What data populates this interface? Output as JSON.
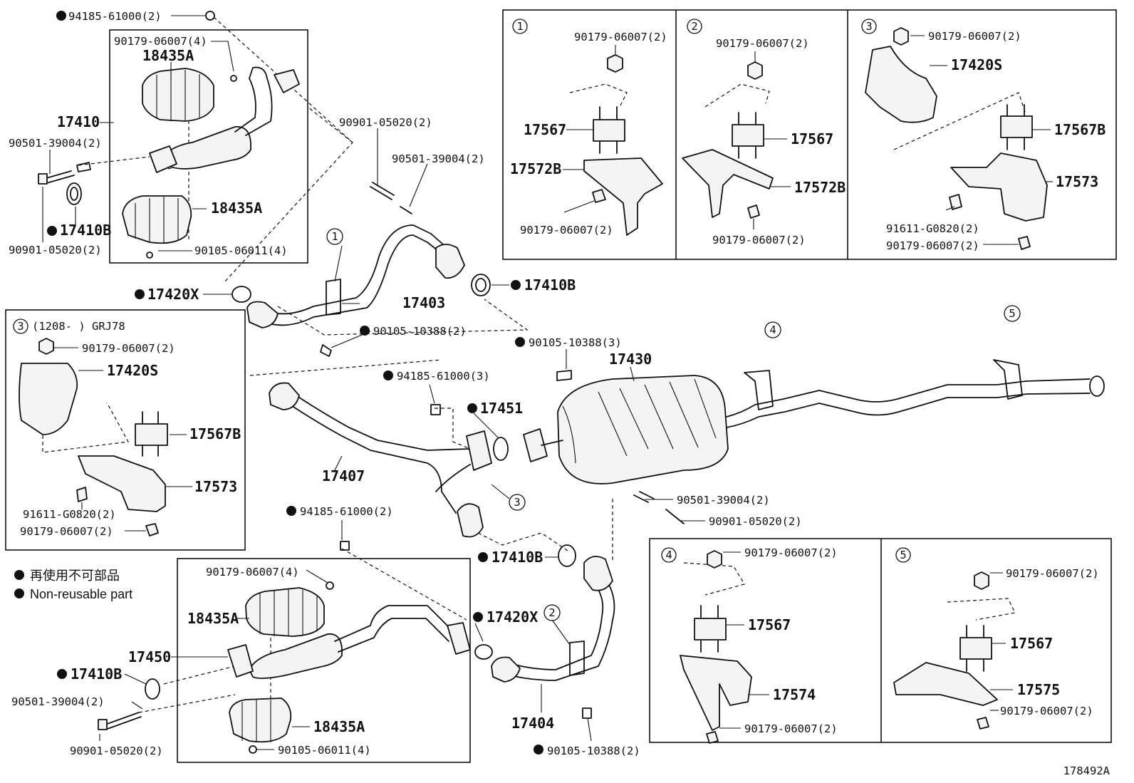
{
  "diagram_id": "178492A",
  "colors": {
    "ink": "#111111",
    "paper": "#ffffff"
  },
  "legend": {
    "dot_symbol": "●",
    "line_jp": "再使用不可部品",
    "line_en": "Non-reusable part"
  },
  "callouts": {
    "c1": "1",
    "c2": "2",
    "c3": "3",
    "c4": "4",
    "c5": "5"
  },
  "box_left": {
    "title_note": "(1208-        ) GRJ78"
  },
  "labels": {
    "p94185_61000_2_top": "94185-61000(2)",
    "p90179_06007_4_top": "90179-06007(4)",
    "p18435A_1": "18435A",
    "p17410": "17410",
    "p90501_39004_2_a": "90501-39004(2)",
    "p17410B_a": "17410B",
    "p90901_05020_2_a": "90901-05020(2)",
    "p18435A_2": "18435A",
    "p90105_06011_4_top": "90105-06011(4)",
    "p90901_05020_2_mid": "90901-05020(2)",
    "p90501_39004_2_mid": "90501-39004(2)",
    "p17420X_a": "17420X",
    "p17403": "17403",
    "p17410B_b": "17410B",
    "p90105_10388_2_a": "90105-10388(2)",
    "p90105_10388_3": "90105-10388(3)",
    "p17430": "17430",
    "p94185_61000_3": "94185-61000(3)",
    "p17451": "17451",
    "p17407": "17407",
    "p90501_39004_2_b": "90501-39004(2)",
    "p90901_05020_2_b": "90901-05020(2)",
    "p94185_61000_2_mid": "94185-61000(2)",
    "p17410B_c": "17410B",
    "p17420X_b": "17420X",
    "p17404": "17404",
    "p90105_10388_2_b": "90105-10388(2)",
    "p90179_06007_4_bot": "90179-06007(4)",
    "p18435A_3": "18435A",
    "p17450": "17450",
    "p17410B_d": "17410B",
    "p90501_39004_2_c": "90501-39004(2)",
    "p90901_05020_2_c": "90901-05020(2)",
    "p18435A_4": "18435A",
    "p90105_06011_4_bot": "90105-06011(4)",
    "l3_90179_06007_2_top": "90179-06007(2)",
    "l3_17420S": "17420S",
    "l3_17567B": "17567B",
    "l3_17573": "17573",
    "l3_91611_G0820_2": "91611-G0820(2)",
    "l3_90179_06007_2_bot": "90179-06007(2)",
    "d1_90179_06007_2_top": "90179-06007(2)",
    "d1_17567": "17567",
    "d1_17572B": "17572B",
    "d1_90179_06007_2_bot": "90179-06007(2)",
    "d2_90179_06007_2_top": "90179-06007(2)",
    "d2_17567": "17567",
    "d2_17572B": "17572B",
    "d2_90179_06007_2_bot": "90179-06007(2)",
    "d3_90179_06007_2_top": "90179-06007(2)",
    "d3_17420S": "17420S",
    "d3_17567B": "17567B",
    "d3_17573": "17573",
    "d3_91611_G0820_2": "91611-G0820(2)",
    "d3_90179_06007_2_bot": "90179-06007(2)",
    "d4_90179_06007_2_top": "90179-06007(2)",
    "d4_17567": "17567",
    "d4_17574": "17574",
    "d4_90179_06007_2_bot": "90179-06007(2)",
    "d5_90179_06007_2_top": "90179-06007(2)",
    "d5_17567": "17567",
    "d5_17575": "17575",
    "d5_90179_06007_2_bot": "90179-06007(2)"
  }
}
